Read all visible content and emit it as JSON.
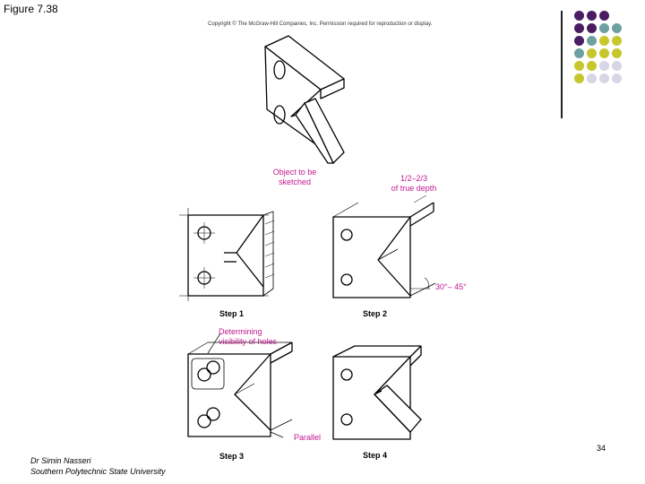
{
  "figure_title": "Figure 7.38",
  "copyright": "Copyright © The McGraw-Hill Companies, Inc. Permission required for reproduction or display.",
  "callouts": {
    "object_line1": "Object to be",
    "object_line2": "sketched",
    "depth_line1": "1/2–2/3",
    "depth_line2": "of true depth",
    "angle": "30°– 45°",
    "visibility_line1": "Determining",
    "visibility_line2": "visibility of holes",
    "parallel": "Parallel"
  },
  "steps": [
    "Step 1",
    "Step 2",
    "Step 3",
    "Step 4"
  ],
  "author_line1": "Dr Simin Nasseri",
  "author_line2": "Southern Polytechnic State University",
  "page_number": "34",
  "colors": {
    "callout": "#c2188f",
    "purple": "#4a1c62",
    "teal": "#6fa0a0",
    "olive": "#c6c72c",
    "lavender": "#d6d6e6"
  },
  "dot_grid": [
    [
      "purple",
      "purple",
      "purple",
      ""
    ],
    [
      "purple",
      "purple",
      "teal",
      "teal"
    ],
    [
      "purple",
      "teal",
      "olive",
      "olive"
    ],
    [
      "teal",
      "olive",
      "olive",
      "olive"
    ],
    [
      "olive",
      "olive",
      "lavender",
      "lavender"
    ],
    [
      "olive",
      "lavender",
      "lavender",
      "lavender"
    ]
  ]
}
